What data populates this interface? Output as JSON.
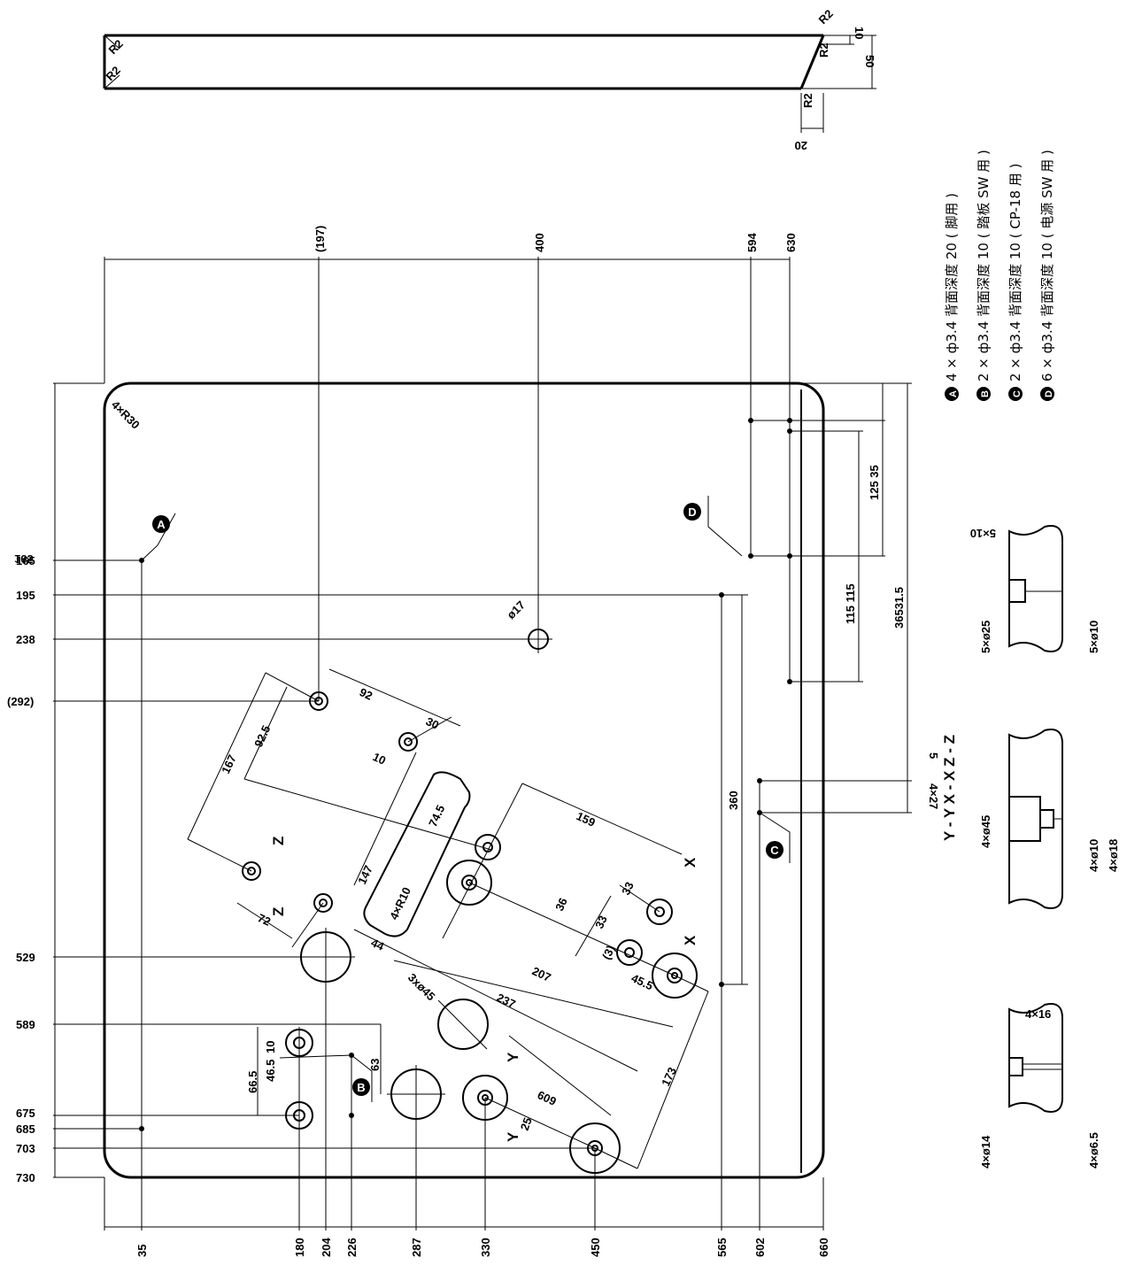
{
  "left_dims": [
    "165",
    "195",
    "238",
    "(292)",
    "529",
    "589",
    "675",
    "685",
    "703",
    "730"
  ],
  "bottom_dims": [
    "35",
    "180",
    "204",
    "226",
    "287",
    "330",
    "450",
    "565",
    "602",
    "660"
  ],
  "top_dims": [
    "(197)",
    "400",
    "594",
    "630"
  ],
  "right_dims": [
    "125 35",
    "115 115",
    "36531.5",
    "360"
  ],
  "inner_dims": {
    "r30": "4×R30",
    "d17": "ø17",
    "d92": "92",
    "d92_5": "92.5",
    "d167": "167",
    "d30": "30",
    "d10": "10",
    "d74_5": "74.5",
    "d147": "147",
    "r10": "4×R10",
    "d72": "72",
    "d44": "44",
    "d159": "159",
    "d36": "36",
    "d33a": "33",
    "d33b": "33",
    "d3": "(3)",
    "d207": "207",
    "d3x45": "3xø45",
    "d237": "237",
    "d45_5": "45.5",
    "d66_5": "66.5",
    "d46_5": "46.5",
    "d10b": "10",
    "d63": "63",
    "d609": "609",
    "d173": "173",
    "d25": "25"
  },
  "markers": {
    "a": "A",
    "b": "B",
    "c": "C",
    "d": "D",
    "x": "X",
    "y": "Y",
    "z": "Z"
  },
  "strip_dims": {
    "r2a": "R2",
    "r2b": "R2",
    "r2c": "R2",
    "r2d": "R2",
    "r2e": "R2",
    "r2f": "R2",
    "d10": "10",
    "d50": "50",
    "d20": "20"
  },
  "section_title": "Y - Y  X - X  Z - Z",
  "section_dims": {
    "s1a": "5×10",
    "s1b": "5×ø25",
    "s1c": "5×ø10",
    "s2a": "4×27",
    "s2b": "4×ø45",
    "s2c": "4×ø10",
    "s2d": "4×ø18",
    "s2e": "5",
    "s3a": "4×16",
    "s3b": "4×ø14",
    "s3c": "4×ø6.5"
  },
  "legend": [
    {
      "key": "A",
      "text": "4 × ф3.4 背面深度 20 ( 脚用 )"
    },
    {
      "key": "B",
      "text": "2 × ф3.4 背面深度 10 ( 踏板 SW 用 )"
    },
    {
      "key": "C",
      "text": "2 × ф3.4 背面深度 10 ( CP-18 用 )"
    },
    {
      "key": "D",
      "text": "6 × ф3.4 背面深度 10 ( 电源 SW 用 )"
    }
  ]
}
